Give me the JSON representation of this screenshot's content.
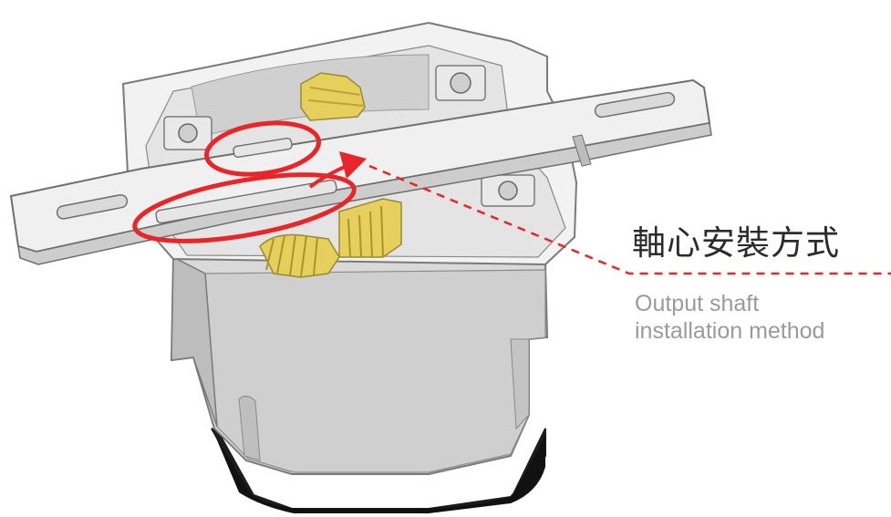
{
  "callout": {
    "title_zh": "軸心安裝方式",
    "subtitle_en_line1": "Output shaft",
    "subtitle_en_line2": "installation method"
  },
  "colors": {
    "highlight": "#e8262a",
    "gear": "#e6cf5c",
    "housing_light": "#f2f2f2",
    "housing_mid": "#d9d9d9",
    "housing_dark": "#b5b5b5",
    "outline": "#7a7a7a",
    "base": "#1c1c1c"
  },
  "icons": {
    "highlight_marks": "ellipse-callout-icon",
    "leader_line": "dashed-leader-line"
  }
}
